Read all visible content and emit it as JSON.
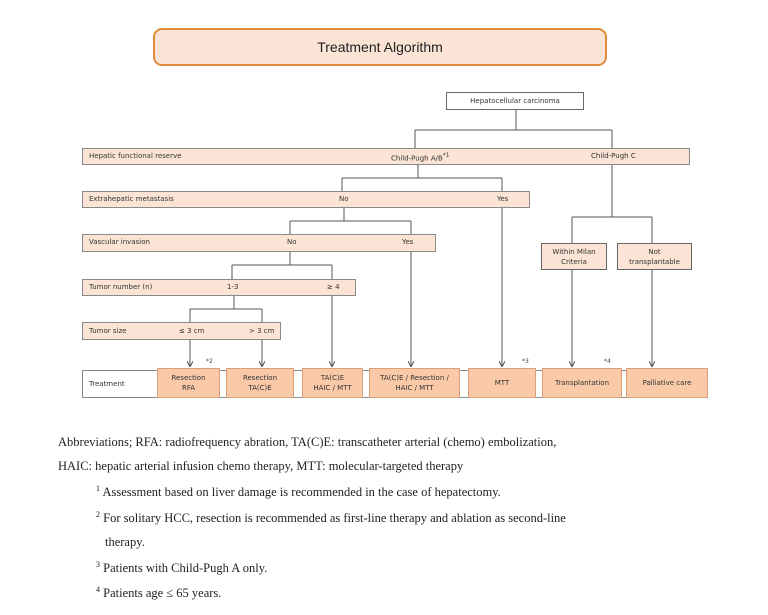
{
  "title": "Treatment Algorithm",
  "root": "Hepatocellular carcinoma",
  "rows": {
    "hepatic": {
      "label": "Hepatic functional reserve",
      "a": "Child-Pugh A/B",
      "a_sup": "*1",
      "c": "Child-Pugh C"
    },
    "extra": {
      "label": "Extrahepatic metastasis",
      "no": "No",
      "yes": "Yes"
    },
    "vascular": {
      "label": "Vascular invasion",
      "no": "No",
      "yes": "Yes"
    },
    "number": {
      "label": "Tumor number (n)",
      "a": "1-3",
      "b": "≥ 4"
    },
    "size": {
      "label": "Tumor size",
      "a": "≤ 3 cm",
      "b": "> 3 cm"
    },
    "treatment": {
      "label": "Treatment"
    }
  },
  "milan": {
    "within": [
      "Within Milan",
      "Criteria"
    ],
    "not": [
      "Not",
      "transplantable"
    ]
  },
  "treatments": [
    {
      "lines": [
        "Resection",
        "RFA"
      ],
      "sup": "*2"
    },
    {
      "lines": [
        "Resection",
        "TA(C)E"
      ],
      "sup": ""
    },
    {
      "lines": [
        "TA(C)E",
        "HAIC / MTT"
      ],
      "sup": ""
    },
    {
      "lines": [
        "TA(C)E / Resection /",
        "HAIC / MTT"
      ],
      "sup": ""
    },
    {
      "lines": [
        "MTT"
      ],
      "sup": "*3"
    },
    {
      "lines": [
        "Transplantation"
      ],
      "sup": "*4"
    },
    {
      "lines": [
        "Palliative care"
      ],
      "sup": ""
    }
  ],
  "notes": {
    "abbr1": "Abbreviations; RFA: radiofrequency abration, TA(C)E: transcatheter arterial (chemo) embolization,",
    "abbr2": "HAIC: hepatic arterial infusion chemo therapy,    MTT: molecular-targeted therapy",
    "n1_sup": "1",
    "n1": "Assessment based on liver damage is recommended in the case of hepatectomy.",
    "n2_sup": "2",
    "n2a": "For solitary HCC, resection is recommended as first-line therapy and ablation as second-line",
    "n2b": "therapy.",
    "n3_sup": "3",
    "n3": "Patients with Child-Pugh A only.",
    "n4_sup": "4",
    "n4": "Patients age ≤ 65 years."
  }
}
